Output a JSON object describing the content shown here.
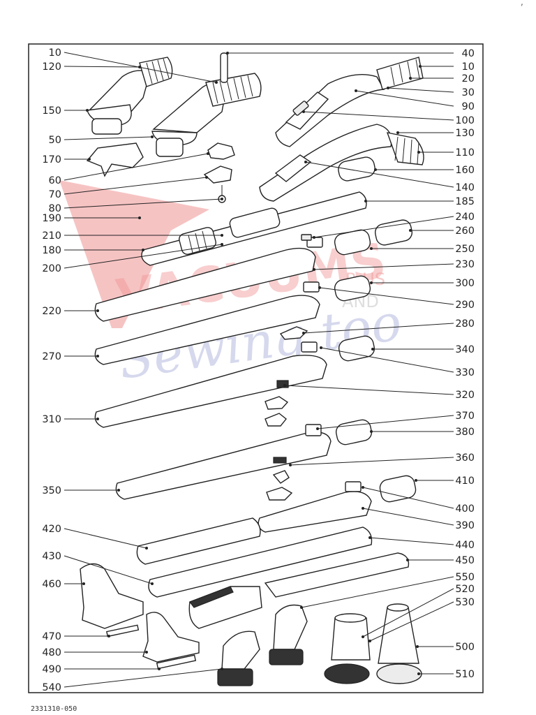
{
  "document_number": "2331310-050",
  "watermark": {
    "line1": "VACUUMS",
    "line2": "Sewing too",
    "small1": "R US",
    "small2": "AND",
    "color_main": "#e23a3a",
    "color_script": "#5a63b8"
  },
  "callouts": {
    "left": [
      "10",
      "120",
      "150",
      "50",
      "170",
      "60",
      "70",
      "80",
      "190",
      "210",
      "180",
      "200",
      "220",
      "270",
      "310",
      "350",
      "420",
      "430",
      "460",
      "470",
      "480",
      "490",
      "540"
    ],
    "right": [
      "40",
      "10",
      "20",
      "30",
      "90",
      "100",
      "130",
      "110",
      "160",
      "140",
      "185",
      "240",
      "260",
      "250",
      "230",
      "300",
      "290",
      "280",
      "340",
      "330",
      "320",
      "370",
      "380",
      "360",
      "410",
      "400",
      "390",
      "440",
      "450",
      "550",
      "520",
      "530",
      "500",
      "510"
    ]
  }
}
